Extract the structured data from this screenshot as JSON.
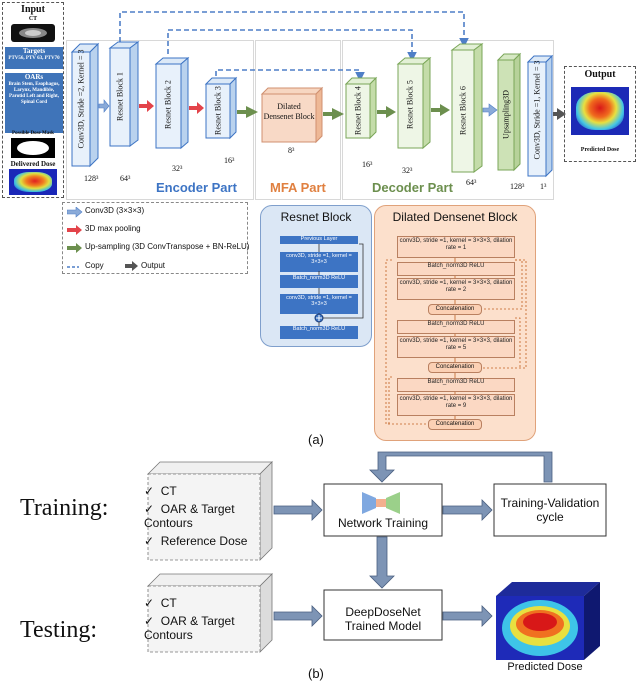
{
  "input": {
    "title": "Input",
    "ct": "CT",
    "targets_title": "Targets",
    "targets_items": "PTV56, PTV 63, PTV70",
    "oars_title": "OARs",
    "oars_items": "Brain Stem, Esophagus, Larynx, Mandible, Parotid Left and Right, Spinal Cord",
    "possible_dose_mask": "Possible Dose Mask",
    "delivered_dose": "Delivered Dose"
  },
  "network": {
    "conv_first": "Conv3D, Stride =2, Kernel = 3",
    "resnet1": "Resnet Block 1",
    "resnet2": "Resnet Block 2",
    "resnet3": "Resnet Block 3",
    "dilated": "Dilated Densenet Block",
    "resnet4": "Resnet Block 4",
    "resnet5": "Resnet Block 5",
    "resnet6": "Resnet Block 6",
    "upsampling": "Upsampling3D",
    "conv_last": "Conv3D, Stride =1, Kernel = 3",
    "dims": {
      "d128a": "128³",
      "d64a": "64³",
      "d32a": "32³",
      "d16a": "16³",
      "d8": "8³",
      "d16b": "16³",
      "d32b": "32³",
      "d64b": "64³",
      "d128b": "128³",
      "d1": "1³"
    }
  },
  "output": {
    "title": "Output",
    "predicted_dose": "Predicted Dose"
  },
  "parts": {
    "encoder": "Encoder Part",
    "mfa": "MFA Part",
    "decoder": "Decoder Part"
  },
  "legend": {
    "conv3d": "Conv3D (3×3×3)",
    "maxpool": "3D max pooling",
    "upsampling": "Up-sampling (3D ConvTranspose + BN-ReLU)",
    "copy": "Copy",
    "output": "Output"
  },
  "resnet_block": {
    "title": "Resnet Block",
    "previous_layer": "Previous Layer",
    "conv1": "conv3D, stride =1, kernel = 3×3×3",
    "bn1": "Batch_norm3D ReLU",
    "conv2": "conv3D, stride =1, kernel = 3×3×3",
    "bn2": "Batch_norm3D ReLU"
  },
  "dilated_block": {
    "title": "Dilated Densenet Block",
    "conv1": "conv3D, stride =1, kernel = 3×3×3, dilation rate = 1",
    "bn1": "Batch_norm3D ReLU",
    "conv2": "conv3D, stride =1, kernel = 3×3×3, dilation rate = 2",
    "concat1": "Concatenation",
    "bn2": "Batch_norm3D ReLU",
    "conv3": "conv3D, stride =1, kernel = 3×3×3, dilation rate = 5",
    "concat2": "Concatenation",
    "bn3": "Batch_norm3D ReLU",
    "conv4": "conv3D, stride =1, kernel = 3×3×3, dilation rate = 9",
    "concat3": "Concatenation"
  },
  "caption_a": "(a)",
  "workflow": {
    "training_label": "Training:",
    "training_items": [
      "CT",
      "OAR & Target Contours",
      "Reference Dose"
    ],
    "network_training": "Network Training",
    "tv_cycle": "Training-Validation cycle",
    "testing_label": "Testing:",
    "testing_items": [
      "CT",
      "OAR & Target Contours"
    ],
    "trained_model": "DeepDoseNet Trained Model",
    "predicted_dose": "Predicted Dose"
  },
  "caption_b": "(b)",
  "colors": {
    "block_blue": "#3d74c4",
    "encoder_box": "#c9dcf0",
    "mfa_box": "#f3c3a3",
    "decoder_box": "#d8e9c6",
    "arrow_red": "#e3434a",
    "arrow_green": "#6c8f4e",
    "arrow_blue": "#8aaad8",
    "workflow_arrow": "#7d94b5"
  }
}
